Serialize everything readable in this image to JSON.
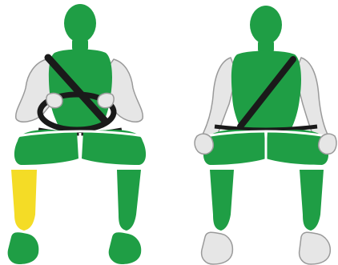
{
  "colors": {
    "background": "#ffffff",
    "body_green": "#1f9e45",
    "arm_gray": "#e6e6e6",
    "outline_gray": "#9a9a9a",
    "highlight_yellow": "#f4dc26",
    "belt_black": "#1a1a1a",
    "seat_line": "#ffffff"
  },
  "figures": [
    {
      "id": "driver",
      "pose": "hands-on-steering-wheel",
      "belt": "diagonal-and-lap",
      "arms": "gray",
      "feet": "green",
      "highlighted_part": "right-lower-leg",
      "highlight_color": "yellow"
    },
    {
      "id": "passenger",
      "pose": "hands-on-knees",
      "belt": "diagonal-and-lap",
      "arms": "gray",
      "feet": "gray",
      "highlighted_part": "none"
    }
  ]
}
